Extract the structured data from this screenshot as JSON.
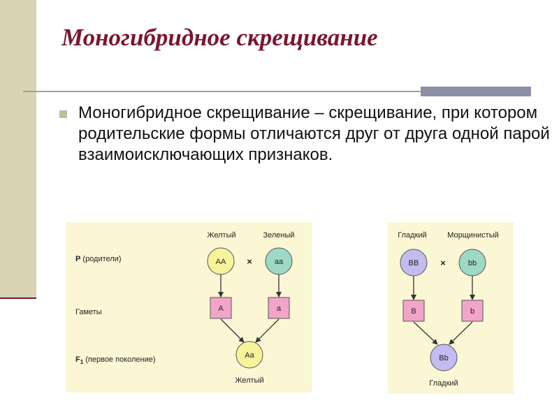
{
  "slide": {
    "title": "Моногибридное скрещивание",
    "bullet_text": "Моногибридное скрещивание – скрещивание, при котором родительские формы отличаются друг от друга одной парой взаимоисключающих признаков."
  },
  "diagram1": {
    "labels": {
      "parent1": "Желтый",
      "parent2": "Зеленый",
      "row_p_bold": "P",
      "row_p_rest": " (родители)",
      "row_gametes": "Гаметы",
      "row_f1_bold": "F",
      "row_f1_sub": "1",
      "row_f1_rest": " (первое поколение)",
      "offspring": "Желтый"
    },
    "nodes": {
      "p1": "AA",
      "p2": "aa",
      "g1": "A",
      "g2": "a",
      "f1": "Aa"
    },
    "cross_symbol": "×"
  },
  "diagram2": {
    "labels": {
      "parent1": "Гладкий",
      "parent2": "Морщинистый",
      "offspring": "Гладкий"
    },
    "nodes": {
      "p1": "BB",
      "p2": "bb",
      "g1": "B",
      "g2": "b",
      "f1": "Bb"
    },
    "cross_symbol": "×"
  },
  "colors": {
    "title": "#7b1630",
    "side_strip": "#d9d4b4",
    "accent_line": "#7a1538",
    "diagram_bg": "#fbf6d4",
    "yellow_node": "#f8f39a",
    "green_node": "#9dd9c6",
    "purple_node": "#c4bbf0",
    "gamete_box": "#f2a5c9"
  }
}
